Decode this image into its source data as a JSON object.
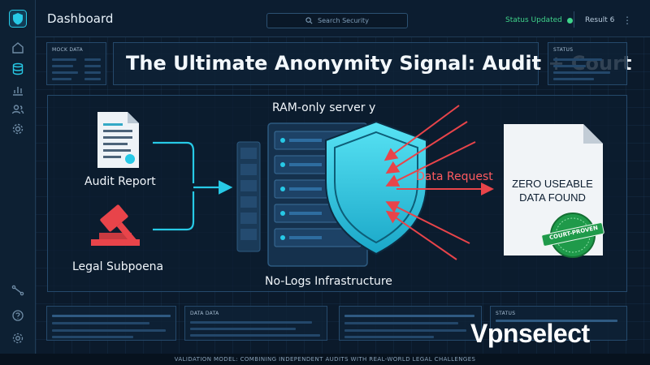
{
  "header": {
    "title": "Dashboard",
    "search_placeholder": "Search Security",
    "status_text": "Status Updated",
    "result_text": "Result 6"
  },
  "panels": {
    "top_left_label": "MOCK DATA",
    "top_right_label": "STATUS",
    "bottom_second_label": "DATA DATA",
    "bottom_right_label": "STATUS"
  },
  "diagram": {
    "headline": "The Ultimate Anonymity Signal: Audit + Court",
    "server_label": "RAM-only server y",
    "infrastructure_label": "No-Logs Infrastructure",
    "audit_label": "Audit Report",
    "legal_label": "Legal Subpoena",
    "request_label": "Data Request",
    "result_line1": "ZERO USEABLE",
    "result_line2": "DATA FOUND",
    "stamp_text": "COURT-PROVEN"
  },
  "footer": {
    "caption": "VALIDATION MODEL: COMBINING INDEPENDENT AUDITS WITH REAL-WORLD LEGAL CHALLENGES",
    "brand": "Vpnselect"
  },
  "icons": [
    "shield-logo-icon",
    "home-icon",
    "database-icon",
    "chart-icon",
    "users-icon",
    "gear-icon",
    "share-icon",
    "help-icon",
    "settings-icon",
    "search-icon",
    "kebab-icon",
    "document-icon",
    "gavel-icon",
    "server-icon",
    "shield-icon"
  ],
  "colors": {
    "background": "#0b1a2b",
    "accent_cyan": "#27c9e6",
    "alert_red": "#e8444a",
    "status_green": "#3fd38a",
    "stamp_green": "#1f9a4a"
  }
}
